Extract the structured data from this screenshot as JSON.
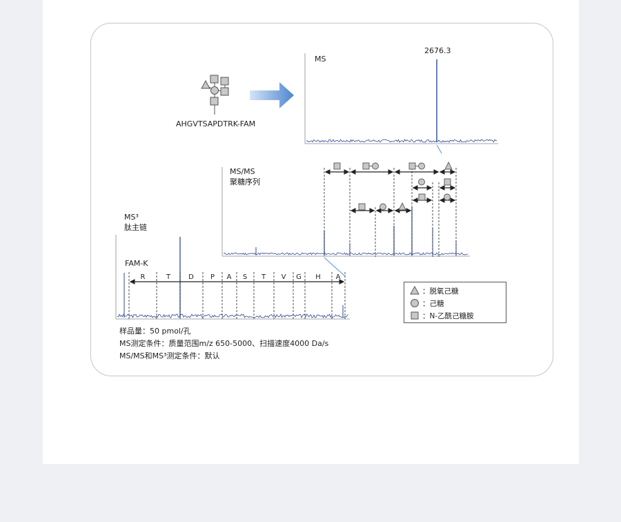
{
  "diagram": {
    "peptide": "AHGVTSAPDTRK-FAM",
    "ms_label": "MS",
    "ms_peak": "2676.3",
    "msms_label_line1": "MS/MS",
    "msms_label_line2": "聚糖序列",
    "ms3_label_line1": "MS³",
    "ms3_label_line2": "肽主链",
    "famk": "FAM-K",
    "residues": [
      "R",
      "T",
      "D",
      "P",
      "A",
      "S",
      "T",
      "V",
      "G",
      "H",
      "A"
    ]
  },
  "legend": {
    "items": [
      {
        "shape": "triangle",
        "text": "：脱氧己糖"
      },
      {
        "shape": "circle",
        "text": "：己糖"
      },
      {
        "shape": "square",
        "text": "：N-乙酰己糖胺"
      }
    ]
  },
  "notes": {
    "line1": "样品量：50 pmol/孔",
    "line2": "MS测定条件：质量范围m/z 650-5000、扫描速度4000 Da/s",
    "line3": "MS/MS和MS³测定条件：默认"
  },
  "colors": {
    "spectrum": "#2c4a9a",
    "arrow": "#5b8fd1",
    "border": "#c4c6c9",
    "glyph_fill": "#c8c8c8"
  }
}
